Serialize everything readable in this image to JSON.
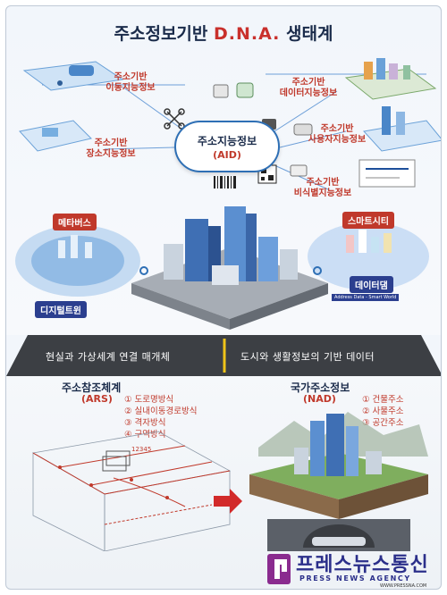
{
  "title_prefix": "주소정보기반",
  "title_accent": "D.N.A.",
  "title_suffix": "생태계",
  "cloud": {
    "title": "주소지능정보",
    "subtitle": "(AID)"
  },
  "labels": {
    "mobility": "주소기반\n이동지능정보",
    "data": "주소기반\n데이터지능정보",
    "place": "주소기반\n장소지능정보",
    "user": "주소기반\n사용자지능정보",
    "unstructured": "주소기반\n비식별지능정보"
  },
  "tags": {
    "metaverse": "메타버스",
    "smartcity": "스마트시티",
    "twin": "디지털트윈",
    "datadam": "데이터댐"
  },
  "datadam_sub": "Address Data - Smart World",
  "road": {
    "left": "현실과 가상세계 연결 매개체",
    "right": "도시와 생활정보의 기반 데이터"
  },
  "ars": {
    "title": "주소참조체계",
    "subtitle": "(ARS)",
    "items": [
      "① 도로명방식",
      "② 실내이동경로방식",
      "③ 격자방식",
      "④ 구역방식"
    ],
    "dim_label": "12345"
  },
  "nad": {
    "title": "국가주소정보",
    "subtitle": "(NAD)",
    "items": [
      "① 건물주소",
      "② 사물주소",
      "③ 공간주소"
    ]
  },
  "brand": {
    "name": "프레스뉴스통신",
    "english": "PRESS NEWS AGENCY",
    "url": "WWW.PRESSNA.COM"
  },
  "colors": {
    "accent": "#c0392b",
    "navy": "#1a2b4a",
    "brand": "#2b2f8a",
    "road": "#3c3f44"
  }
}
